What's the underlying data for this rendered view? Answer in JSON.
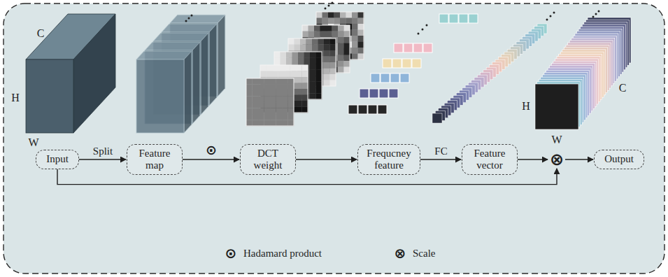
{
  "diagram": {
    "nodes": [
      {
        "text": [
          "Input"
        ]
      },
      {
        "text": [
          "Feature map"
        ]
      },
      {
        "text": [
          "DCT weight"
        ]
      },
      {
        "text": [
          "Frequcney feature"
        ]
      },
      {
        "text": [
          "Feature vector"
        ]
      },
      {
        "text": [
          "⊗"
        ]
      },
      {
        "text": [
          "Output"
        ]
      }
    ],
    "edges": [
      {
        "from": 0,
        "to": 1,
        "arrow": "to",
        "label": "Split"
      },
      {
        "from": 1,
        "to": 2,
        "arrow": "to",
        "label": "⊙"
      },
      {
        "from": 2,
        "to": 3,
        "arrow": "to"
      },
      {
        "from": 3,
        "to": 4,
        "arrow": "to",
        "label": "FC"
      },
      {
        "from": 4,
        "to": 5,
        "arrow": "to"
      },
      {
        "from": 0,
        "to": 5,
        "arrow": "to"
      },
      {
        "from": 5,
        "to": 6,
        "arrow": "to"
      }
    ],
    "labels": [
      "C",
      "H",
      "W",
      "H",
      "W",
      "C",
      "⊙",
      "⊗"
    ],
    "legend": [
      {
        "text": "Hadamard product"
      },
      {
        "text": "Scale"
      }
    ]
  }
}
